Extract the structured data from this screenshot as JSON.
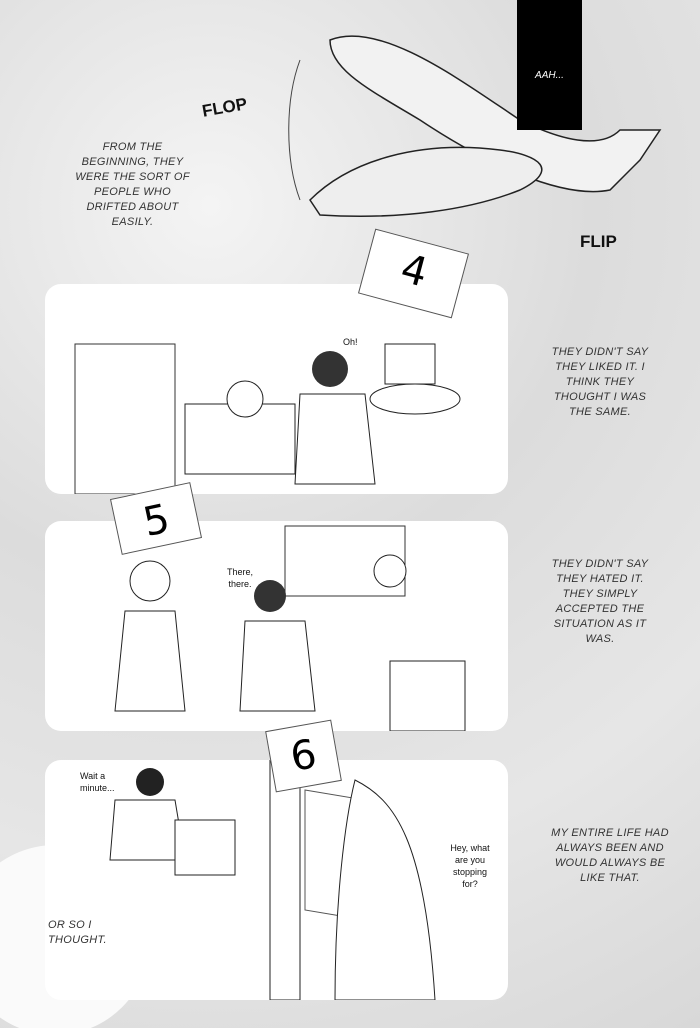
{
  "top": {
    "sfx_flop": "FLOP",
    "sfx_flip": "FLIP",
    "black_box_text": "AAH...",
    "narration": "FROM THE BEGINNING, THEY WERE THE SORT OF PEOPLE WHO DRIFTED ABOUT EASILY."
  },
  "panel4": {
    "number": "4",
    "speech": "Oh!",
    "narration": "THEY DIDN'T SAY THEY LIKED IT. I THINK THEY THOUGHT I WAS THE SAME."
  },
  "panel5": {
    "number": "5",
    "speech": "There, there.",
    "narration": "THEY DIDN'T SAY THEY HATED IT. THEY SIMPLY ACCEPTED THE SITUATION AS IT WAS."
  },
  "panel6": {
    "number": "6",
    "speech_left": "Wait a minute...",
    "speech_right": "Hey, what are you stopping for?",
    "narration": "MY ENTIRE LIFE HAD ALWAYS BEEN AND WOULD ALWAYS BE LIKE THAT."
  },
  "bottom": {
    "narration": "OR SO I THOUGHT."
  }
}
